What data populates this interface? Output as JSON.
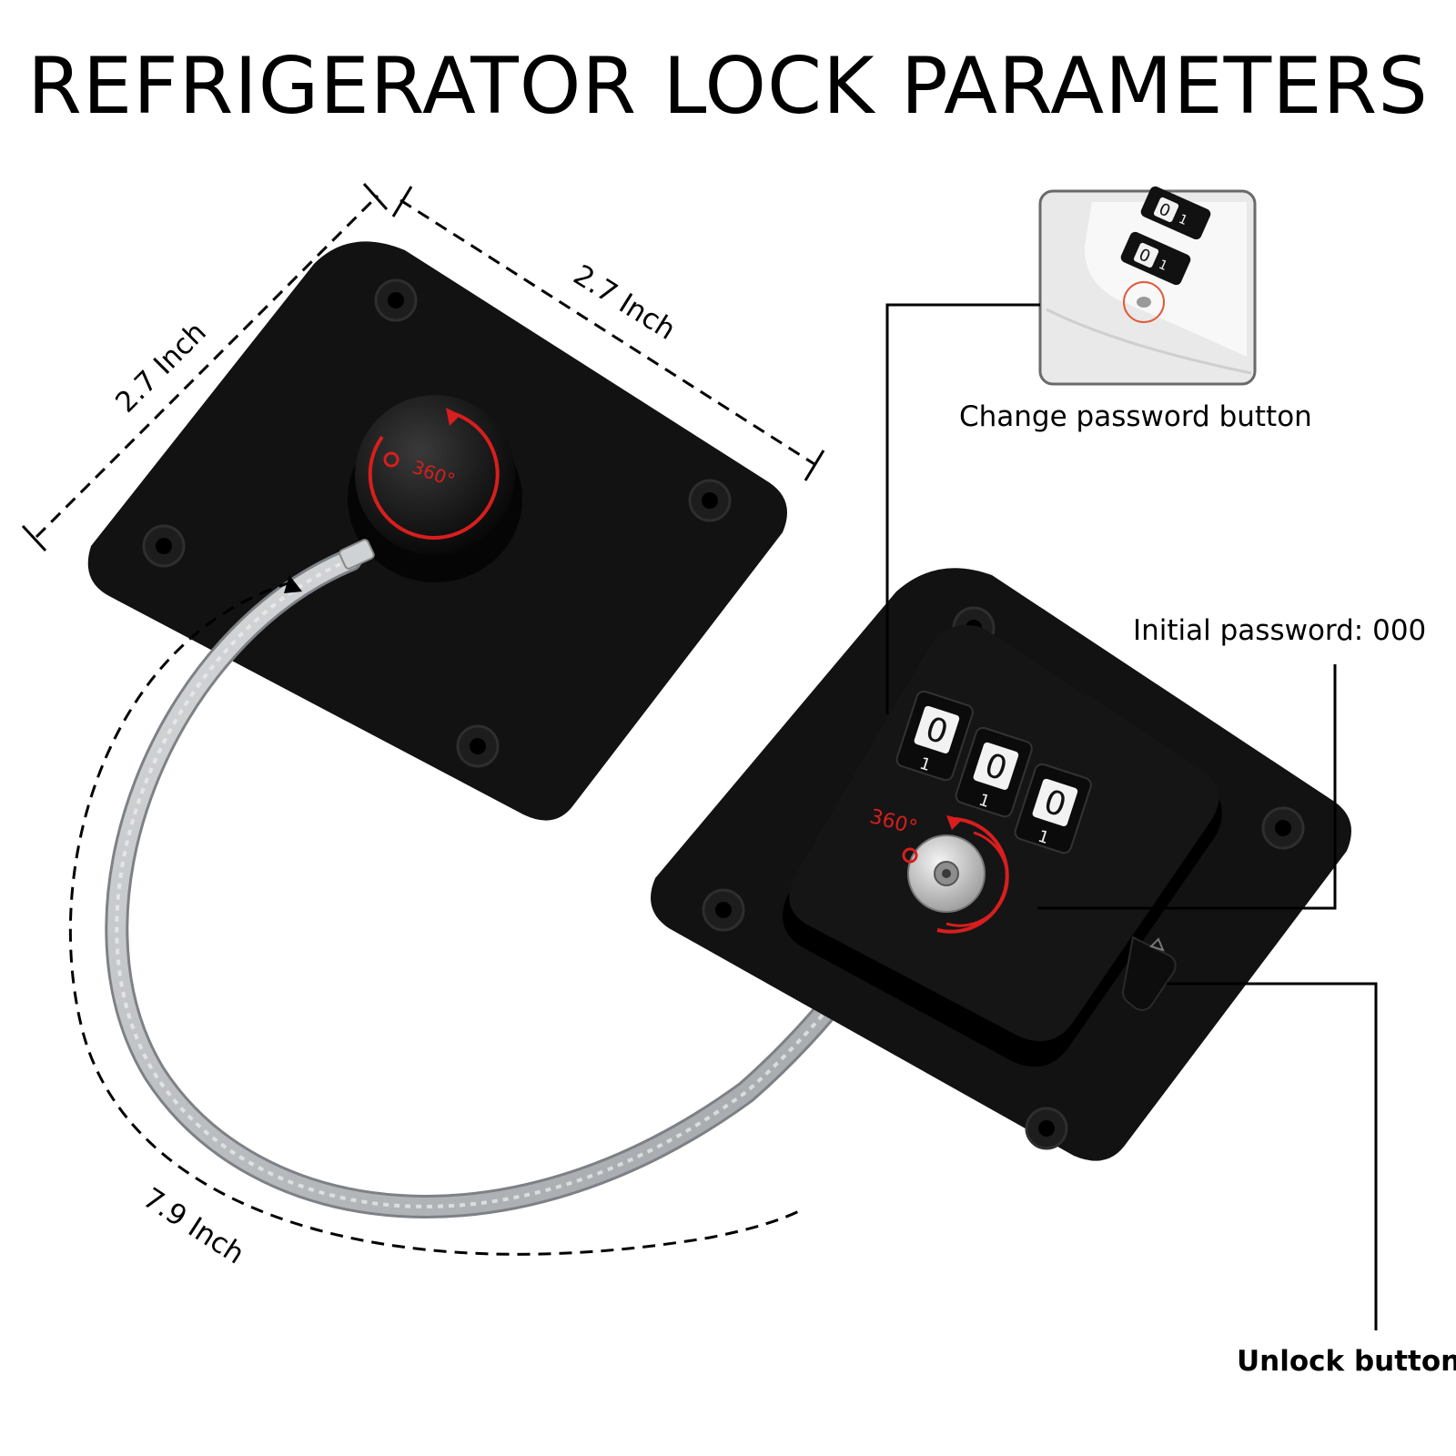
{
  "title": "REFRIGERATOR LOCK PARAMETERS",
  "dimensions": {
    "side_a": "2.7 Inch",
    "side_b": "2.7 Inch",
    "cable": "7.9 Inch"
  },
  "rotation_label": "360°",
  "callouts": {
    "change_password": "Change password button",
    "initial_password": "Initial password: 000",
    "unlock": "Unlock button"
  },
  "dials": {
    "digit": "0",
    "next": "1"
  },
  "colors": {
    "plate": "#111111",
    "accent_red": "#d81e1e",
    "cable": "#b9bcbf",
    "text": "#000000"
  }
}
